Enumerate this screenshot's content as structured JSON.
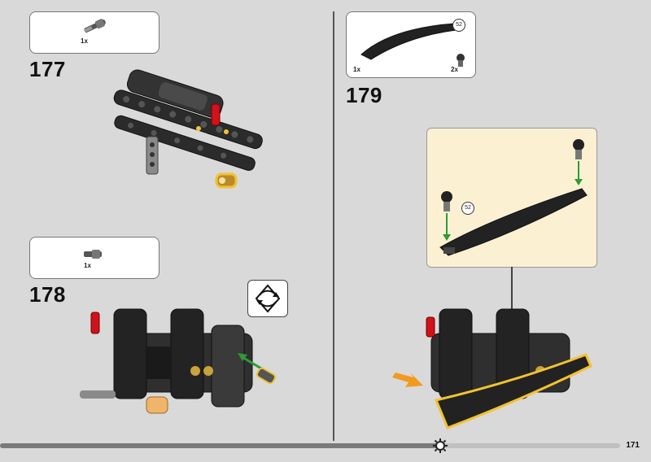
{
  "page": {
    "number": "171",
    "progress_fraction": 0.71
  },
  "steps": [
    {
      "number": "177",
      "parts": [
        {
          "qty": "1x",
          "icon": "axle-pin-part-icon"
        }
      ]
    },
    {
      "number": "178",
      "parts": [
        {
          "qty": "1x",
          "icon": "pin-connector-part-icon"
        }
      ],
      "rotate_icon": "rotate-model-icon"
    },
    {
      "number": "179",
      "parts": [
        {
          "qty": "1x",
          "icon": "curved-panel-part-icon",
          "label": "52"
        },
        {
          "qty": "2x",
          "icon": "ball-joint-part-icon"
        }
      ],
      "detail_label": "52"
    }
  ],
  "colors": {
    "background": "#d9d9d9",
    "detail_background": "#fbf1d2",
    "highlight": "#f2c230",
    "arrow_green": "#2e9a3a",
    "arrow_orange": "#f29a1f",
    "part_red": "#d0121b"
  }
}
